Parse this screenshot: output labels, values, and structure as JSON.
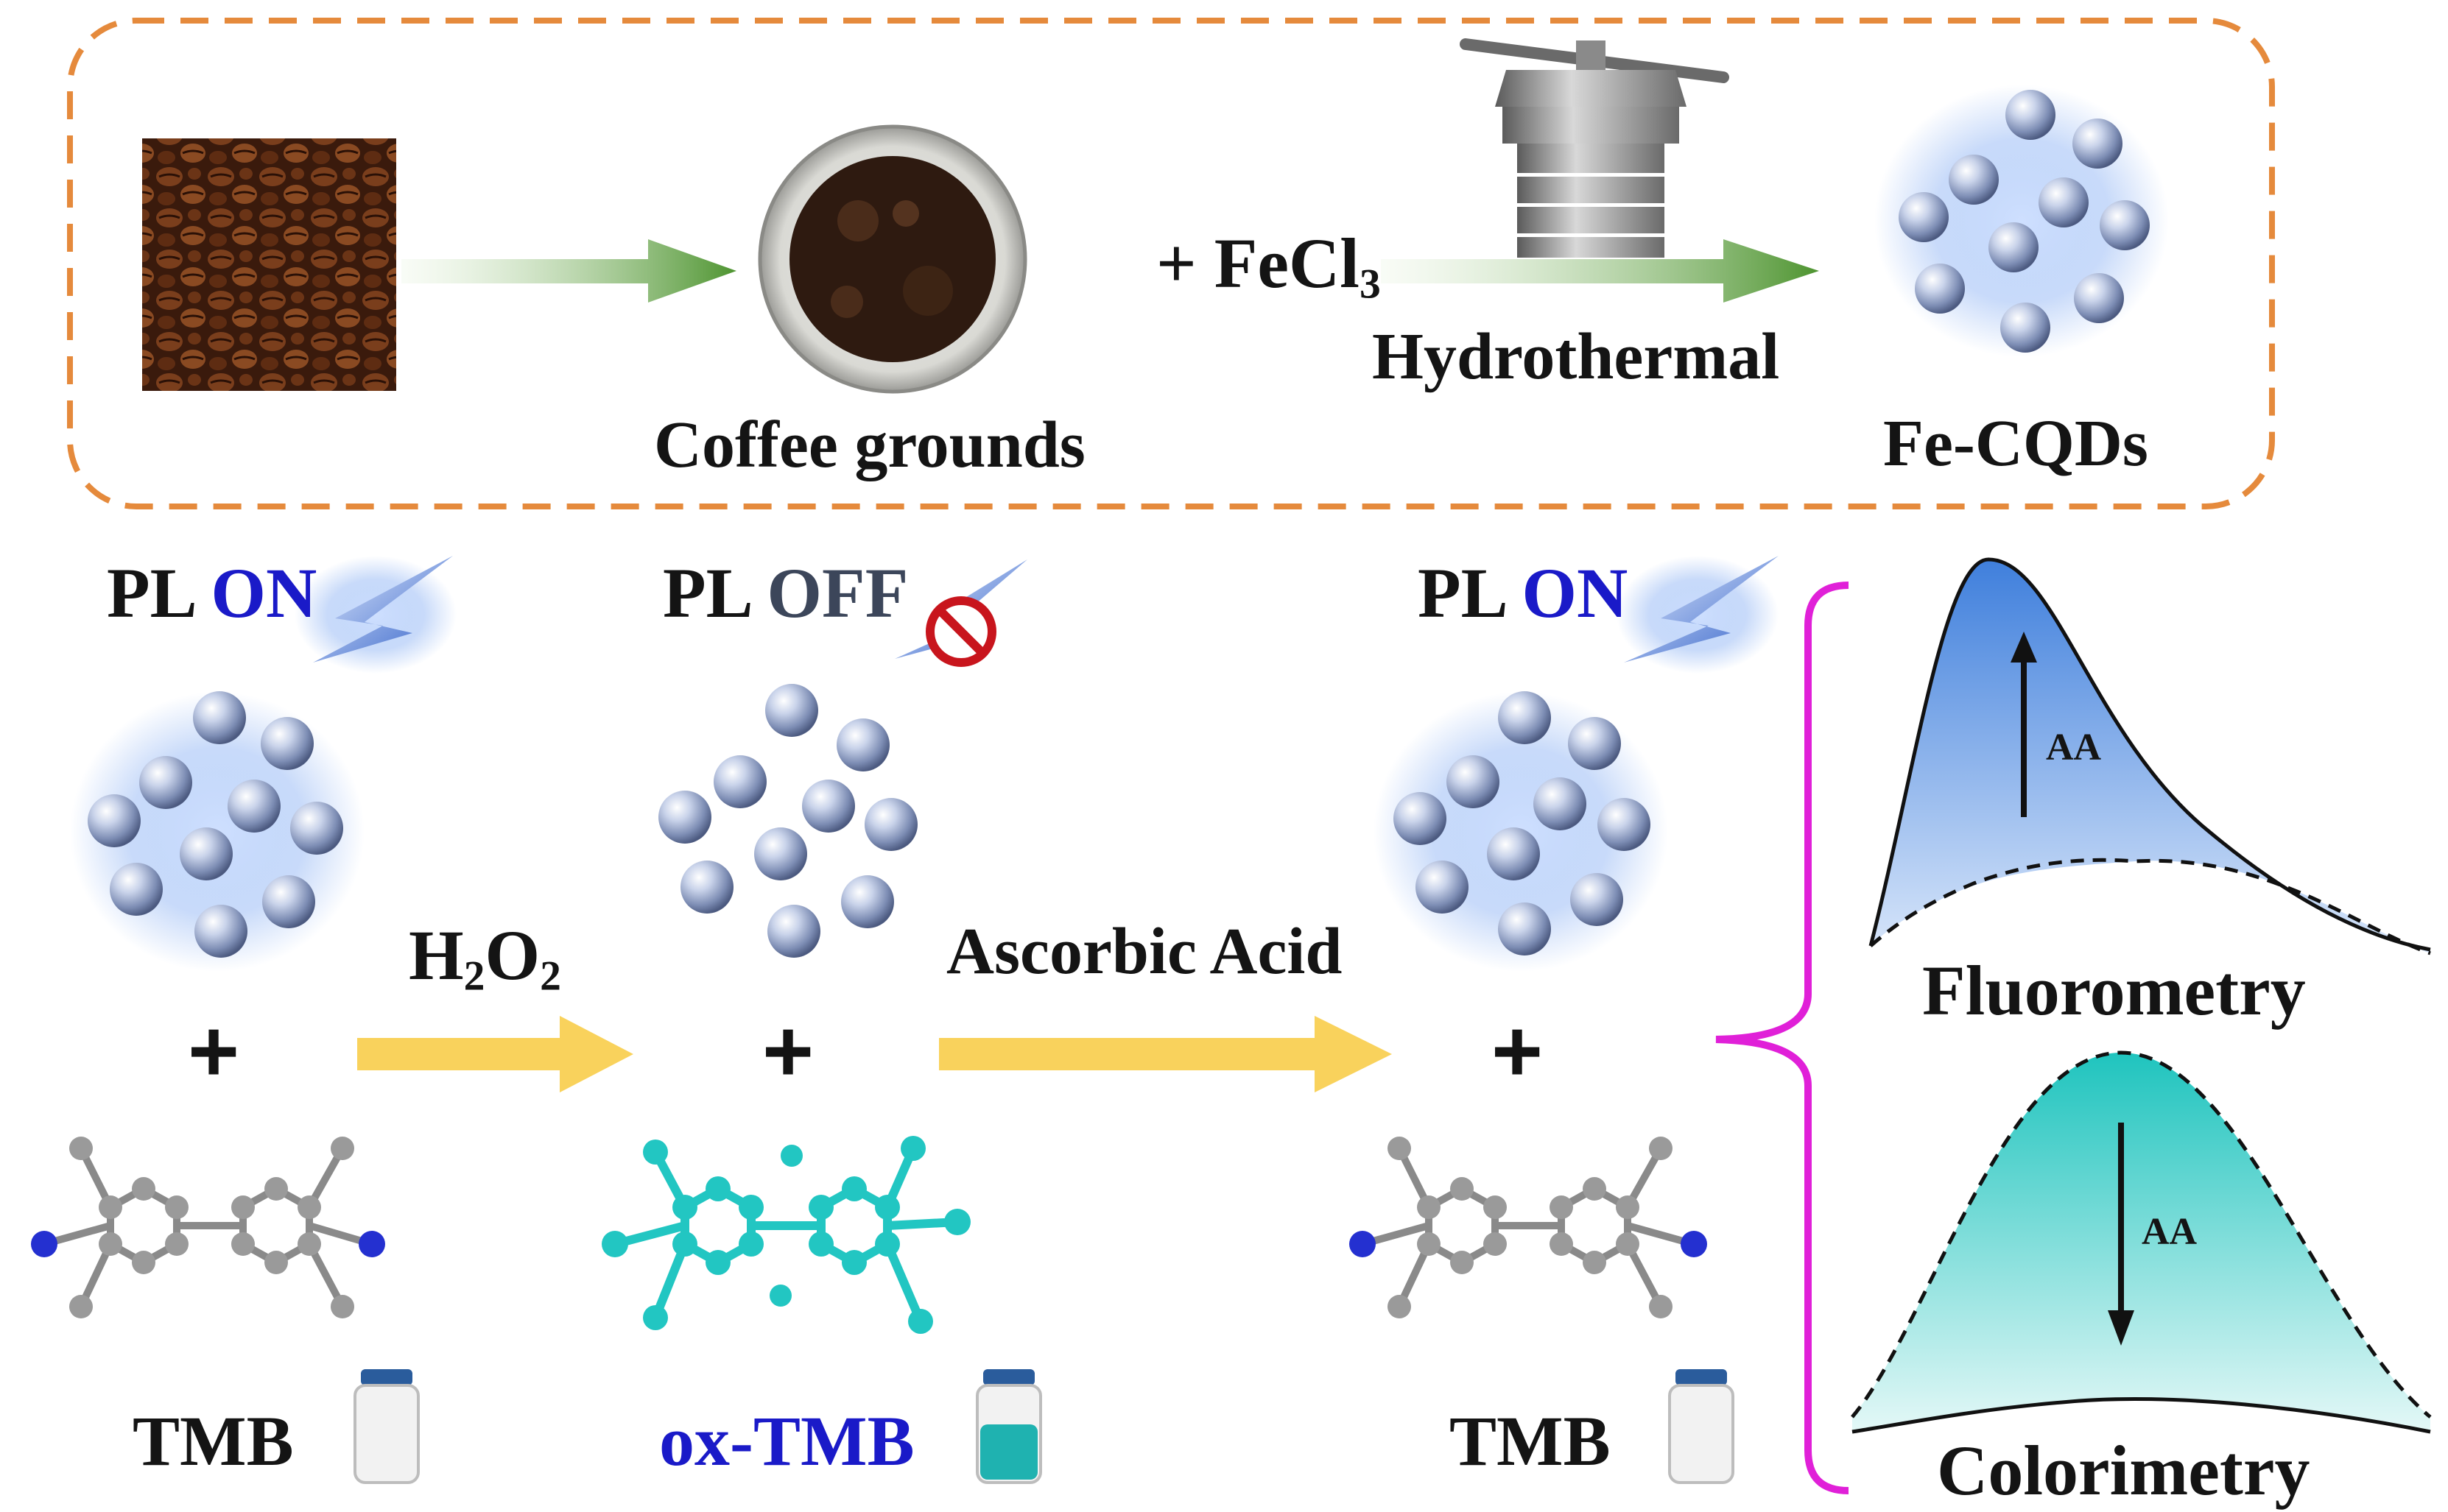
{
  "synthesis": {
    "plus_feCl3": "+ FeCl",
    "feCl3_sub": "3",
    "coffee_grounds_label": "Coffee grounds",
    "hydrothermal_label": "Hydrothermal",
    "product_label": "Fe-CQDs"
  },
  "stages": [
    {
      "pl": "PL",
      "state": "ON",
      "molecule": "TMB"
    },
    {
      "pl": "PL",
      "state": "OFF",
      "molecule": "ox-TMB"
    },
    {
      "pl": "PL",
      "state": "ON",
      "molecule": "TMB"
    }
  ],
  "reagents": {
    "h2o2_h": "H",
    "h2o2_sub1": "2",
    "h2o2_o": "O",
    "h2o2_sub2": "2",
    "ascorbic_acid": "Ascorbic Acid"
  },
  "plus_sign": "+",
  "signals": {
    "fluorometry_label": "Fluorometry",
    "colorimetry_label": "Colorimetry",
    "fluor_arrow_label": "AA",
    "color_arrow_label": "AA"
  },
  "colors": {
    "dashed_frame": "#e58a3c",
    "green_arrow": "#5e9e3a",
    "yellow_arrow": "#f9d25c",
    "brace": "#e020d8",
    "pl_on": "#1a1ac8",
    "pl_off": "#3c465a",
    "fluor_fill": "#4f8fe0",
    "color_fill": "#2ec9c4",
    "ox_tmb": "#22c6c2",
    "no_sign": "#c8151d"
  }
}
